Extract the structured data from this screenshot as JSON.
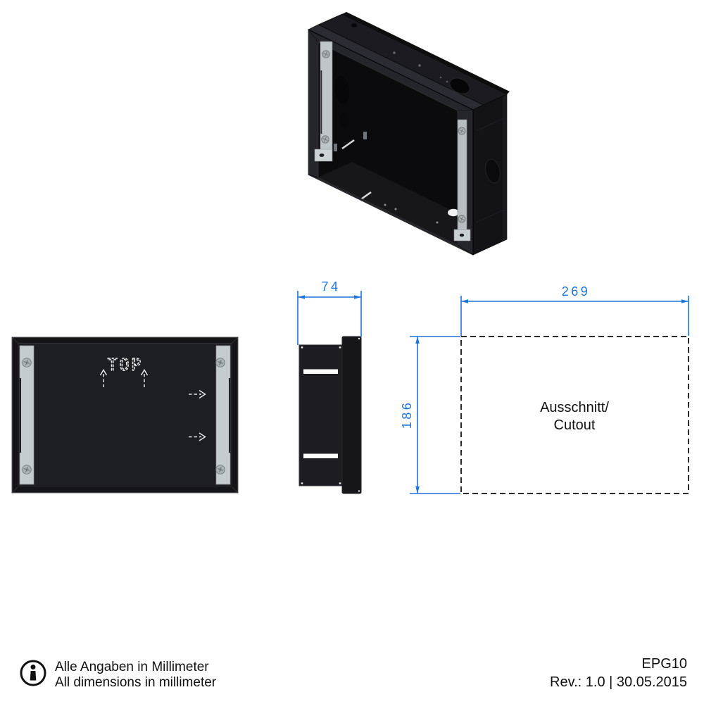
{
  "document_type": "technical-drawing",
  "footer": {
    "icon": "info-icon",
    "info_note_de": "Alle Angaben in Millimeter",
    "info_note_en": "All dimensions in millimeter",
    "product_code": "EPG10",
    "revision": "Rev.: 1.0 | 30.05.2015"
  },
  "views": {
    "iso_view": {
      "description": "isometric flush-mount back box with two mounting rails"
    },
    "front_view": {
      "top_marker": "TOP"
    },
    "side_view": {
      "depth_mm": "74"
    },
    "cutout": {
      "label_line1": "Ausschnitt/",
      "label_line2": "Cutout",
      "width_mm": "269",
      "height_mm": "186"
    }
  },
  "colors": {
    "dimension_blue": "#1d74d8",
    "cutout_dash": "#2b2b2b",
    "body_dark": "#17171d",
    "rail_gray": "#c5cccf",
    "background": "#ffffff"
  }
}
